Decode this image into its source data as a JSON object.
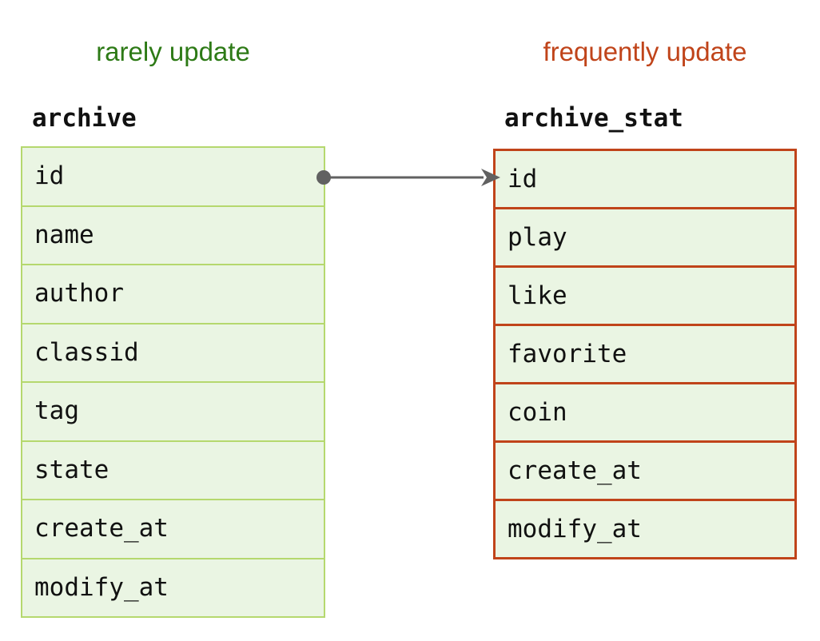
{
  "diagram": {
    "title": "archive / archive_stat table split",
    "colors": {
      "green_border": "#b5d86e",
      "green_text": "#2d7a16",
      "orange_border": "#c0441a",
      "orange_text": "#c0441a",
      "cell_fill": "#eaf5e3",
      "connector": "#616161",
      "field_text": "#111111",
      "background": "#ffffff"
    },
    "left": {
      "caption": "rarely update",
      "table_name": "archive",
      "fields": [
        "id",
        "name",
        "author",
        "classid",
        "tag",
        "state",
        "create_at",
        "modify_at"
      ]
    },
    "right": {
      "caption": "frequently update",
      "table_name": "archive_stat",
      "fields": [
        "id",
        "play",
        "like",
        "favorite",
        "coin",
        "create_at",
        "modify_at"
      ]
    },
    "connector": {
      "from": "archive.id",
      "to": "archive_stat.id",
      "start_marker": "filled-circle",
      "end_marker": "arrowhead"
    }
  }
}
